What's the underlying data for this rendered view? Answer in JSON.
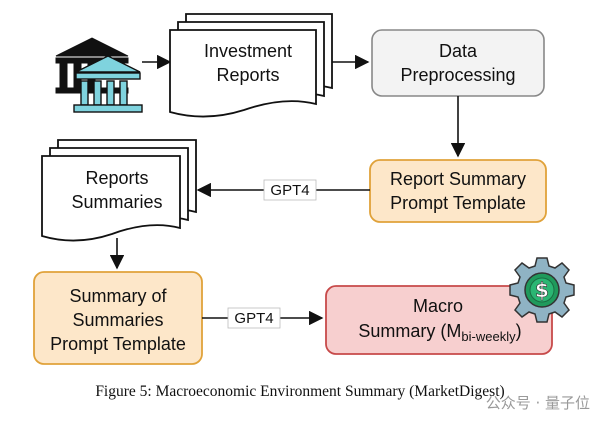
{
  "nodes": {
    "investment_reports": [
      "Investment",
      "Reports"
    ],
    "data_preprocessing": [
      "Data",
      "Preprocessing"
    ],
    "report_summary_prompt": [
      "Report Summary",
      "Prompt Template"
    ],
    "reports_summaries": [
      "Reports",
      "Summaries"
    ],
    "summary_of_summaries_prompt": [
      "Summary of",
      "Summaries",
      "Prompt Template"
    ],
    "macro_summary": {
      "line1": "Macro",
      "line2_main": "Summary (M",
      "line2_sub": "bi-weekly",
      "line2_end": ")"
    }
  },
  "edges": {
    "gpt4_top": "GPT4",
    "gpt4_bottom": "GPT4"
  },
  "icons": {
    "bank": "bank-building-icon",
    "money_gear": "dollar-gear-icon"
  },
  "colors": {
    "orange_fill": "#fde7c9",
    "orange_stroke": "#e0a23a",
    "red_fill": "#f7cfcf",
    "red_stroke": "#c74a4a",
    "gray_fill": "#f3f3f3",
    "gray_stroke": "#888888",
    "bank_teal": "#7fd3de"
  },
  "caption": "Figure 5: Macroeconomic Environment Summary (MarketDigest)",
  "watermark": "公众号 · 量子位"
}
